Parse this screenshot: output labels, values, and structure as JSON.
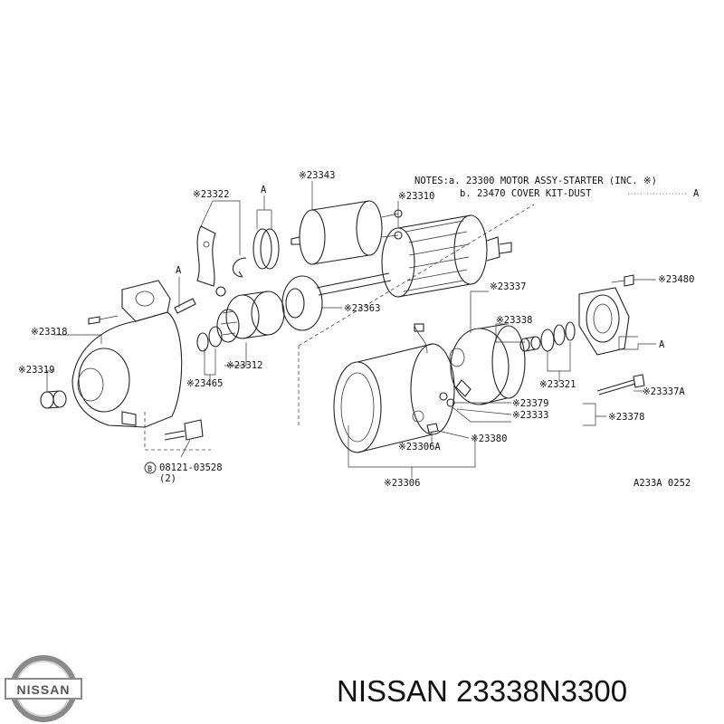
{
  "notes": {
    "line1": "NOTES:a. 23300 MOTOR ASSY-STARTER (INC. ※)",
    "line2": "b. 23470 COVER KIT-DUST",
    "line2_ref": "A"
  },
  "callouts": {
    "c23343": "※23343",
    "c23322": "※23322",
    "c23310": "※23310",
    "ref_a_top": "A",
    "ref_a_left": "A",
    "ref_a_right": "A",
    "c23480": "※23480",
    "c23337": "※23337",
    "c23363": "※23363",
    "c23338": "※23338",
    "c23318": "※23318",
    "c23319": "※23319",
    "c23312": "※23312",
    "c23465": "※23465",
    "c23321": "※23321",
    "c23337a": "※23337A",
    "c23379": "※23379",
    "c23333": "※23333",
    "c23378": "※23378",
    "c23380": "※23380",
    "c23306a": "※23306A",
    "c23306": "※23306",
    "bolt_circle": "B",
    "bolt_part": "08121-03528",
    "bolt_qty": "(2)",
    "diagram_code": "A233A 0252"
  },
  "brand": {
    "logo_text": "NISSAN",
    "part_number": "NISSAN 23338N3300"
  }
}
